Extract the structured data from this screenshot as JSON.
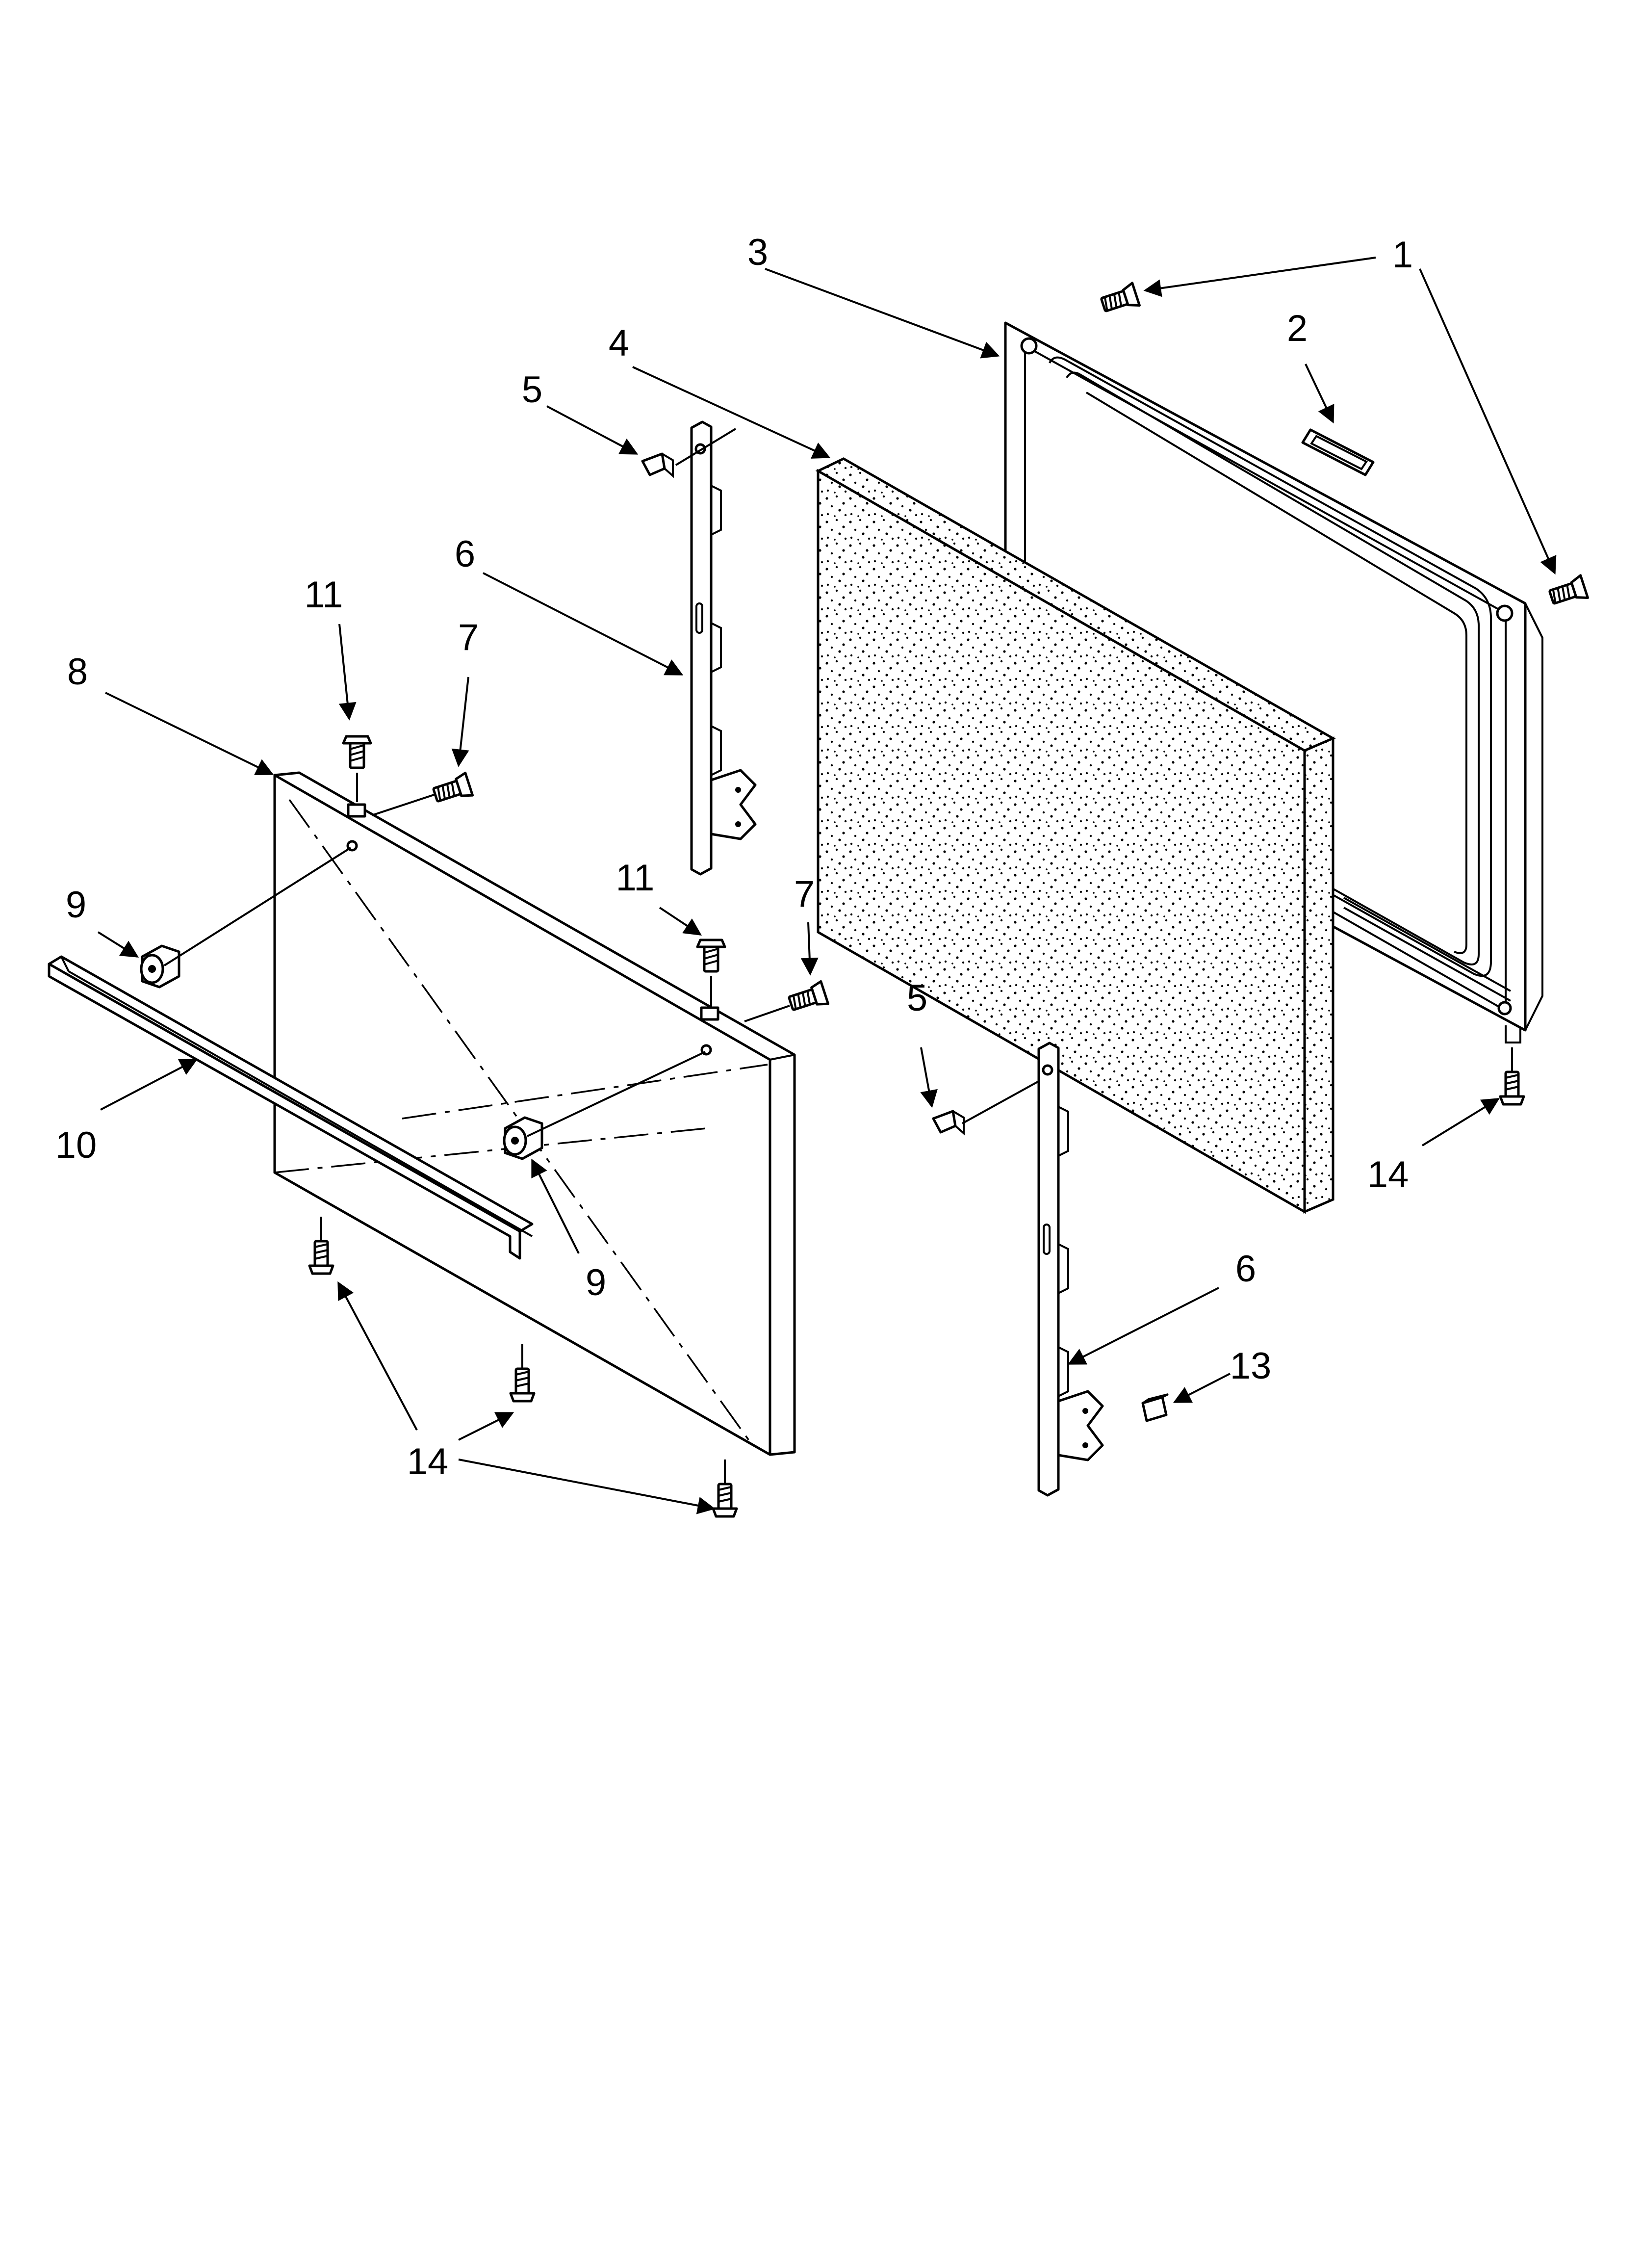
{
  "callouts": {
    "c1": "1",
    "c2": "2",
    "c3": "3",
    "c4": "4",
    "c5a": "5",
    "c5b": "5",
    "c6a": "6",
    "c6b": "6",
    "c7a": "7",
    "c7b": "7",
    "c8": "8",
    "c9a": "9",
    "c9b": "9",
    "c10": "10",
    "c11a": "11",
    "c11b": "11",
    "c13": "13",
    "c14a": "14",
    "c14b": "14"
  }
}
